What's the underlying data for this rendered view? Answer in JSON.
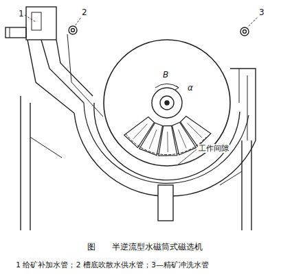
{
  "diagram": {
    "caption": "图　　半逆流型水磁筒式磁选机",
    "labels": [
      "1",
      "2",
      "3",
      "B",
      "α",
      "工作间隙",
      "1 给矿补加水管；2 槽底吹散水供水管；3—精矿冲洗水管"
    ]
  }
}
